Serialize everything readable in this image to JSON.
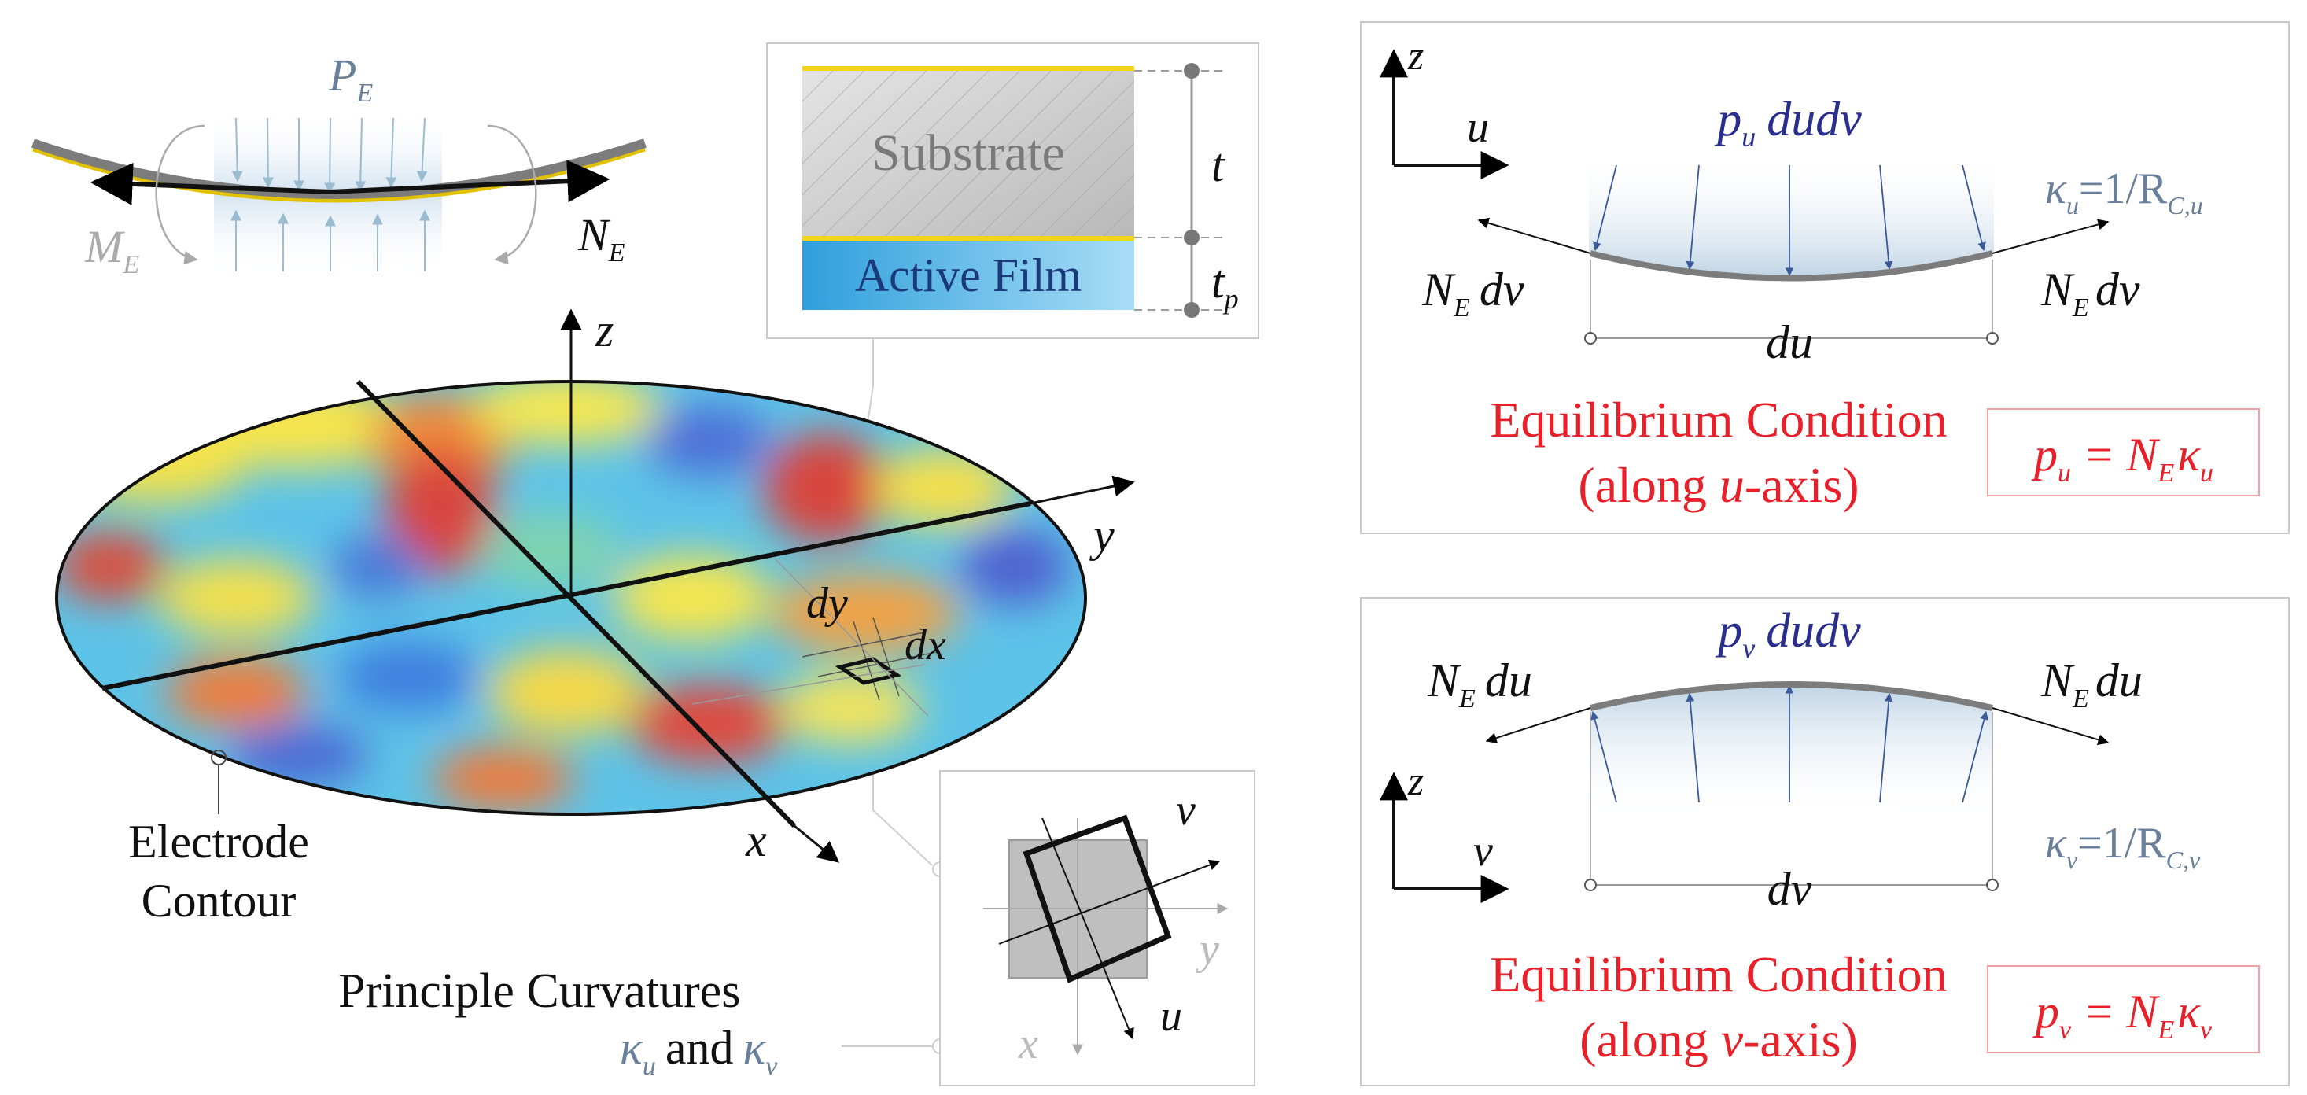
{
  "top_left": {
    "pressure_label": "P",
    "pressure_sub": "E",
    "moment_label": "M",
    "moment_sub": "E",
    "force_label": "N",
    "force_sub": "E"
  },
  "layers": {
    "substrate": "Substrate",
    "film": "Active Film",
    "t_label": "t",
    "tp_label": "t",
    "tp_sub": "p"
  },
  "disk": {
    "z_axis": "z",
    "y_axis": "y",
    "x_axis": "x",
    "dy_label": "dy",
    "dx_label": "dx",
    "electrode_line1": "Electrode",
    "electrode_line2": "Contour",
    "principle_line1": "Principle Curvatures",
    "kappa": "κ",
    "kappa_u_sub": "u",
    "and_word": "and",
    "kappa_v_sub": "v"
  },
  "rotated_element": {
    "u_axis": "u",
    "v_axis": "v",
    "x_axis": "x",
    "y_axis": "y"
  },
  "panel_u": {
    "z_axis": "z",
    "u_axis": "u",
    "pressure": "p",
    "pressure_sub": "u",
    "pressure_rest": "dudv",
    "curvature": "κ",
    "curvature_sub": "u",
    "curvature_eq": "=1/R",
    "curvature_eq_sub": "C,u",
    "left_force": "N",
    "left_force_sub": "E",
    "left_force_rest": "dv",
    "right_force": "N",
    "right_force_sub": "E",
    "right_force_rest": "dv",
    "span": "du",
    "condition_line1": "Equilibrium Condition",
    "condition_line2_pre": "(along ",
    "condition_line2_axis": "u",
    "condition_line2_post": "-axis)",
    "eq_lhs": "p",
    "eq_lhs_sub": "u",
    "eq_mid": " = N",
    "eq_mid_sub": "E",
    "eq_rhs": "κ",
    "eq_rhs_sub": "u"
  },
  "panel_v": {
    "z_axis": "z",
    "v_axis": "v",
    "pressure": "p",
    "pressure_sub": "v",
    "pressure_rest": "dudv",
    "curvature": "κ",
    "curvature_sub": "v",
    "curvature_eq": "=1/R",
    "curvature_eq_sub": "C,v",
    "left_force": "N",
    "left_force_sub": "E",
    "left_force_rest": "du",
    "right_force": "N",
    "right_force_sub": "E",
    "right_force_rest": "du",
    "span": "dv",
    "condition_line1": "Equilibrium Condition",
    "condition_line2_pre": "(along ",
    "condition_line2_axis": "v",
    "condition_line2_post": "-axis)",
    "eq_lhs": "p",
    "eq_lhs_sub": "v",
    "eq_mid": " = N",
    "eq_mid_sub": "E",
    "eq_rhs": "κ",
    "eq_rhs_sub": "v"
  },
  "colors": {
    "red": "#e8202a",
    "navy": "#2a2f8f",
    "steel": "#6a7f9a",
    "film_blue": "#39a9e0",
    "gold": "#f2d51a"
  }
}
